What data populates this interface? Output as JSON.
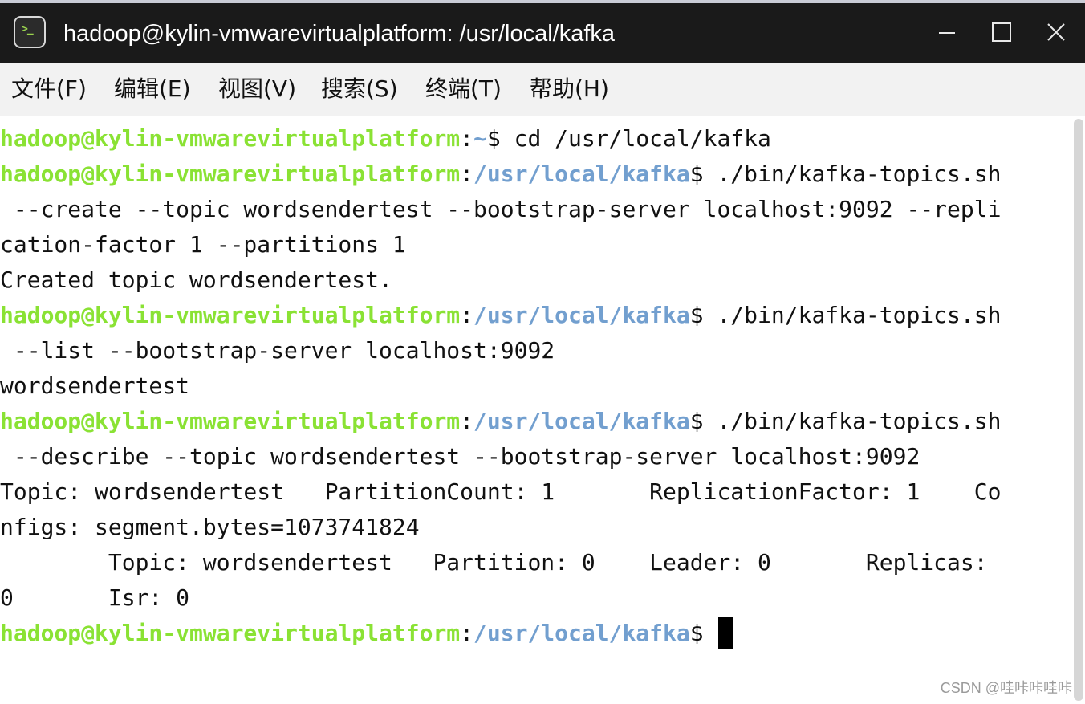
{
  "window": {
    "title": "hadoop@kylin-vmwarevirtualplatform: /usr/local/kafka",
    "app_icon_glyph": ">_",
    "controls": [
      "minimize-icon",
      "maximize-icon",
      "close-icon"
    ]
  },
  "menu": {
    "items": [
      {
        "label": "文件(F)"
      },
      {
        "label": "编辑(E)"
      },
      {
        "label": "视图(V)"
      },
      {
        "label": "搜索(S)"
      },
      {
        "label": "终端(T)"
      },
      {
        "label": "帮助(H)"
      }
    ]
  },
  "terminal": {
    "colors": {
      "user_host": "#8ae234",
      "path": "#729fcf",
      "text": "#111111",
      "background": "#ffffff"
    },
    "prompt_user": "hadoop@kylin-vmwarevirtualplatform",
    "prompt_sep": ":",
    "lines": [
      {
        "user": "hadoop@kylin-vmwarevirtualplatform",
        "sep": ":",
        "path": "~",
        "rest": "$ cd /usr/local/kafka"
      },
      {
        "user": "hadoop@kylin-vmwarevirtualplatform",
        "sep": ":",
        "path": "/usr/local/kafka",
        "rest": "$ ./bin/kafka-topics.sh"
      },
      {
        "text": " --create --topic wordsendertest --bootstrap-server localhost:9092 --repli"
      },
      {
        "text": "cation-factor 1 --partitions 1"
      },
      {
        "text": "Created topic wordsendertest."
      },
      {
        "user": "hadoop@kylin-vmwarevirtualplatform",
        "sep": ":",
        "path": "/usr/local/kafka",
        "rest": "$ ./bin/kafka-topics.sh"
      },
      {
        "text": " --list --bootstrap-server localhost:9092"
      },
      {
        "text": "wordsendertest"
      },
      {
        "user": "hadoop@kylin-vmwarevirtualplatform",
        "sep": ":",
        "path": "/usr/local/kafka",
        "rest": "$ ./bin/kafka-topics.sh"
      },
      {
        "text": " --describe --topic wordsendertest --bootstrap-server localhost:9092"
      },
      {
        "text": "Topic: wordsendertest   PartitionCount: 1       ReplicationFactor: 1    Co"
      },
      {
        "text": "nfigs: segment.bytes=1073741824"
      },
      {
        "text": "        Topic: wordsendertest   Partition: 0    Leader: 0       Replicas: "
      },
      {
        "text": "0       Isr: 0"
      },
      {
        "user": "hadoop@kylin-vmwarevirtualplatform",
        "sep": ":",
        "path": "/usr/local/kafka",
        "rest": "$ "
      }
    ]
  },
  "watermark": "CSDN @哇咔咔哇咔"
}
